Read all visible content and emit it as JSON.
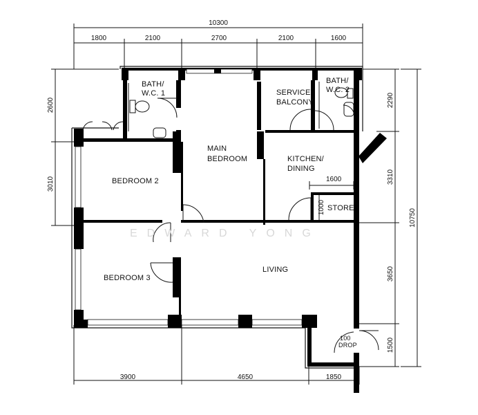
{
  "dimensions": {
    "top_total": "10300",
    "top": [
      "1800",
      "2100",
      "2700",
      "2100",
      "1600"
    ],
    "bottom": [
      "3900",
      "4650",
      "1850"
    ],
    "left": [
      "2600",
      "3010"
    ],
    "right": [
      "2290",
      "3310",
      "3650",
      "1500"
    ],
    "right_total": "10750"
  },
  "rooms": {
    "bath1": [
      "BATH/",
      "W.C. 1"
    ],
    "bath2": [
      "BATH/",
      "W.C. 2"
    ],
    "service_balcony": [
      "SERVICE",
      "BALCONY"
    ],
    "main_bedroom": [
      "MAIN",
      "BEDROOM"
    ],
    "kitchen": [
      "KITCHEN/",
      "DINING"
    ],
    "bedroom2": "BEDROOM 2",
    "bedroom3": "BEDROOM 3",
    "living": "LIVING",
    "store": "STORE",
    "store_w": "1600",
    "store_h": "1000",
    "drop": [
      "100",
      "DROP"
    ]
  },
  "watermark": "EDWARD YONG"
}
